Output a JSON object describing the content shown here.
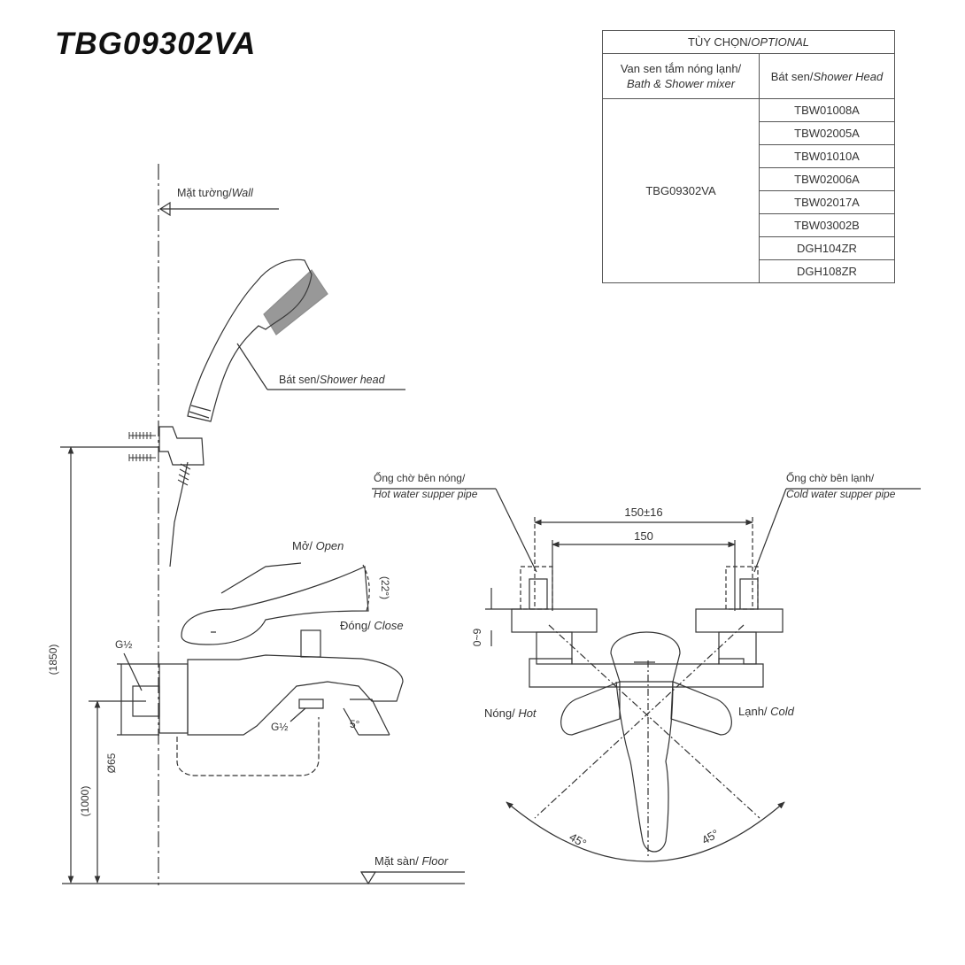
{
  "title": "TBG09302VA",
  "option_table": {
    "header_vi": "TÙY CHỌN/",
    "header_en": "OPTIONAL",
    "col1_vi": "Van sen tắm nóng lạnh/",
    "col1_en": "Bath & Shower mixer",
    "col2_vi": "Bát sen/",
    "col2_en": "Shower Head",
    "mixer_model": "TBG09302VA",
    "shower_heads": [
      "TBW01008A",
      "TBW02005A",
      "TBW01010A",
      "TBW02006A",
      "TBW02017A",
      "TBW03002B",
      "DGH104ZR",
      "DGH108ZR"
    ]
  },
  "labels": {
    "wall_vi": "Mặt tường/",
    "wall_en": "Wall",
    "shower_head_vi": "Bát sen/",
    "shower_head_en": "Shower head",
    "open_vi": "Mở/ ",
    "open_en": "Open",
    "close_vi": "Đóng/ ",
    "close_en": "Close",
    "angle_open": "(22°)",
    "thread_top": "G½",
    "thread_bottom": "G½",
    "angle_spout": "5°",
    "dim_total": "(1850)",
    "dim_diameter": "Ø65",
    "dim_mixer_height": "(1000)",
    "floor_vi": "Mặt sàn/ ",
    "floor_en": "Floor",
    "hot_pipe_vi": "Ống chờ bên nóng/",
    "hot_pipe_en": "Hot water supper pipe",
    "cold_pipe_vi": "Ống chờ bên lạnh/",
    "cold_pipe_en": "Cold water supper pipe",
    "dim_outer": "150±16",
    "dim_inner": "150",
    "dim_offset": "0~9",
    "hot_vi": "Nóng/ ",
    "hot_en": "Hot",
    "cold_vi": "Lạnh/ ",
    "cold_en": "Cold",
    "angle_left": "45°",
    "angle_right": "45°"
  }
}
